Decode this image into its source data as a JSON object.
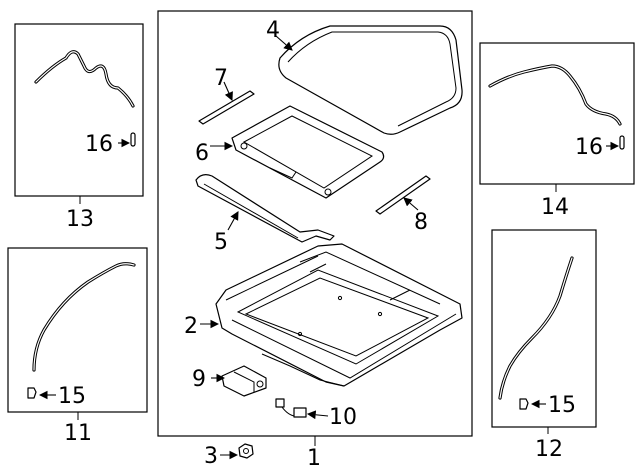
{
  "callouts": {
    "c1": "1",
    "c2": "2",
    "c3": "3",
    "c4": "4",
    "c5": "5",
    "c6": "6",
    "c7": "7",
    "c8": "8",
    "c9": "9",
    "c10": "10",
    "c11": "11",
    "c12": "12",
    "c13": "13",
    "c14": "14",
    "c15a": "15",
    "c15b": "15",
    "c16a": "16",
    "c16b": "16"
  }
}
